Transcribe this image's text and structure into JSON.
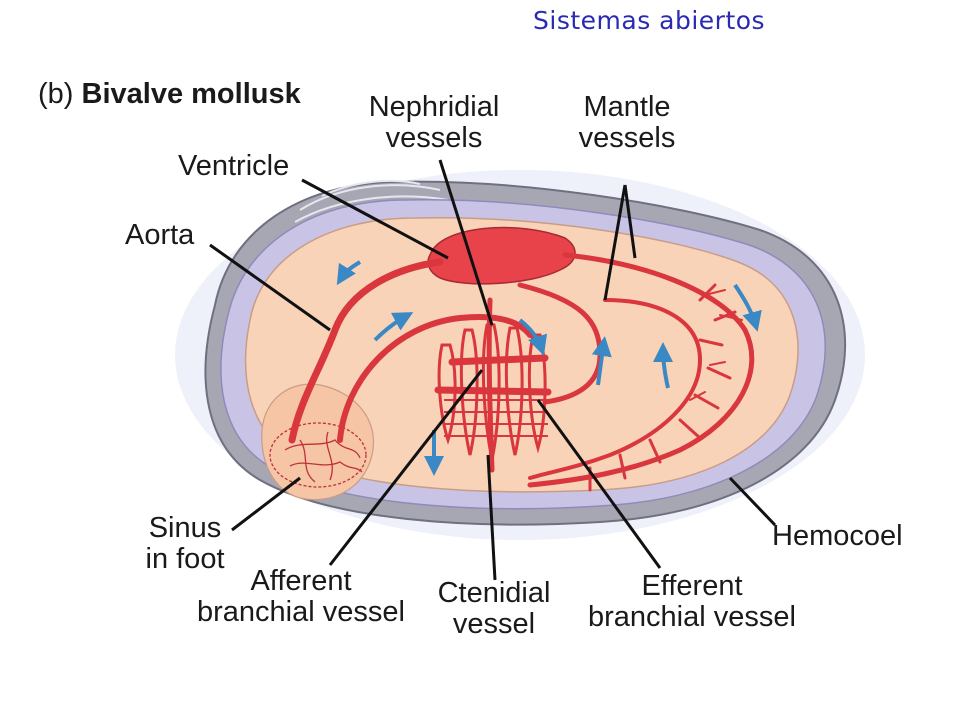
{
  "heading": "Sistemas abiertos",
  "figure": {
    "part_letter": "(b)",
    "part_title": "Bivalve mollusk"
  },
  "labels": {
    "nephridial": [
      "Nephridial",
      "vessels"
    ],
    "mantle": [
      "Mantle",
      "vessels"
    ],
    "ventricle": "Ventricle",
    "aorta": "Aorta",
    "sinus": [
      "Sinus",
      "in foot"
    ],
    "afferent": [
      "Afferent",
      "branchial vessel"
    ],
    "ctenidial": [
      "Ctenidial",
      "vessel"
    ],
    "efferent": [
      "Efferent",
      "branchial vessel"
    ],
    "hemocoel": "Hemocoel"
  },
  "colors": {
    "heading": "#2a2ab2",
    "vessel": "#d9363e",
    "ventricle": "#e8424b",
    "body": "#f8d3b8",
    "mantle": "#c9c4e6",
    "shell": "#a7a7b4",
    "arrow": "#3a88c4",
    "leader": "#111111"
  }
}
